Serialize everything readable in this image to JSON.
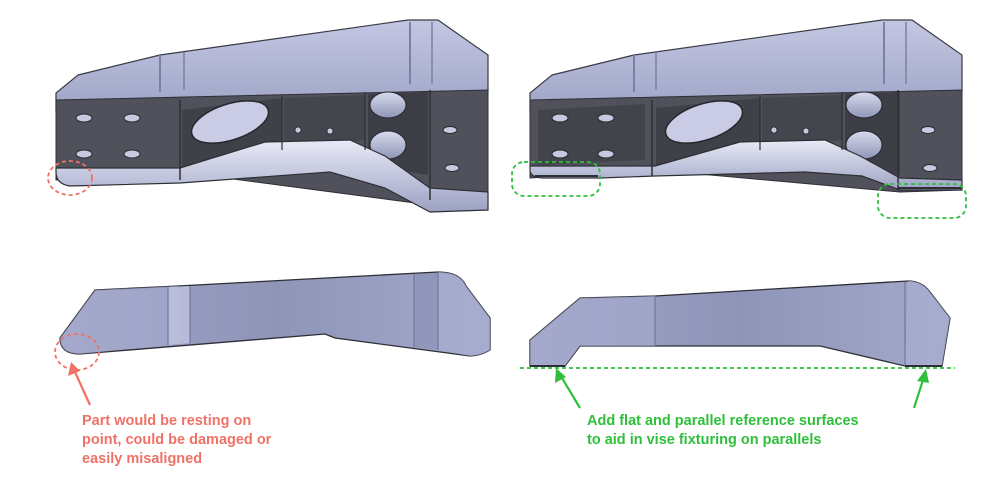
{
  "colors": {
    "bad": "#f07166",
    "good": "#2fbf3a",
    "part_light": "#aab0cf",
    "part_dark": "#55565f",
    "edge": "#2e2f36"
  },
  "annotations": {
    "bad": {
      "lines": [
        "Part would be resting on",
        "point, could be damaged or",
        "easily misaligned"
      ]
    },
    "good": {
      "lines": [
        "Add flat and parallel reference surfaces",
        "to aid in vise fixturing on parallels"
      ]
    }
  }
}
